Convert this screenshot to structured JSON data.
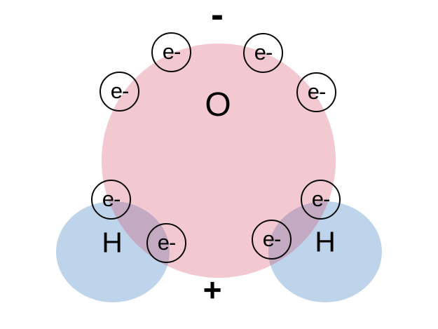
{
  "labels": {
    "negative_charge": "-",
    "positive_charge": "+",
    "oxygen": "O",
    "hydrogen_left": "H",
    "hydrogen_right": "H",
    "electron": "e-"
  },
  "electron_count": 8,
  "colors": {
    "background": "#ffffff",
    "oxygen_fill_apparent": "#f2c8d1",
    "oxygen_fill_overlay": "rgba(211,67,98,0.29)",
    "hydrogen_fill": "#bed4eb",
    "overlap_apparent": "#c4a9cc",
    "outline": "#0a0a0a",
    "text": "#000000"
  }
}
